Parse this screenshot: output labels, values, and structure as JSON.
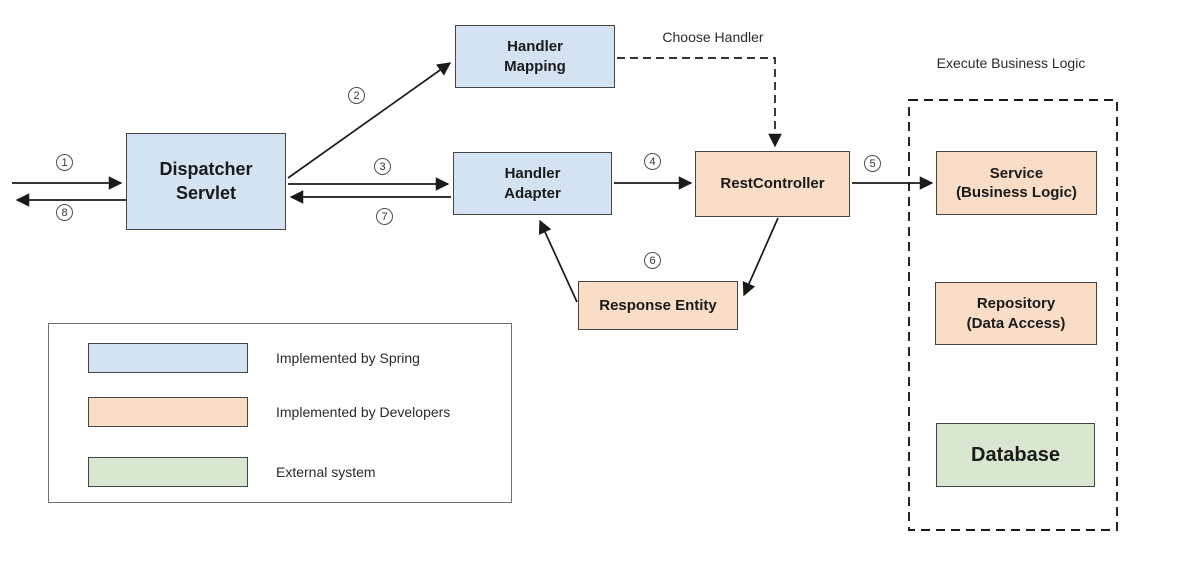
{
  "nodes": {
    "dispatcher_servlet": {
      "label": "Dispatcher\nServlet"
    },
    "handler_mapping": {
      "label": "Handler\nMapping"
    },
    "handler_adapter": {
      "label": "Handler\nAdapter"
    },
    "rest_controller": {
      "label": "RestController"
    },
    "response_entity": {
      "label": "Response Entity"
    },
    "service": {
      "label": "Service\n(Business Logic)"
    },
    "repository": {
      "label": "Repository\n(Data Access)"
    },
    "database": {
      "label": "Database"
    }
  },
  "annotations": {
    "choose_handler": "Choose Handler",
    "execute_business_logic": "Execute Business Logic"
  },
  "steps": [
    "1",
    "2",
    "3",
    "4",
    "5",
    "6",
    "7",
    "8"
  ],
  "legend": {
    "items": [
      {
        "label": "Implemented by Spring",
        "type": "spring"
      },
      {
        "label": "Implemented by Developers",
        "type": "developer"
      },
      {
        "label": "External system",
        "type": "external"
      }
    ]
  },
  "colors": {
    "spring_blue": "#d3e3f1",
    "developer_peach": "#f9ddc7",
    "external_green": "#d9e7d1",
    "node_border": "#454545",
    "legend_border": "#707070",
    "arrow": "#1a1a1a",
    "text": "#1a1a1a"
  }
}
